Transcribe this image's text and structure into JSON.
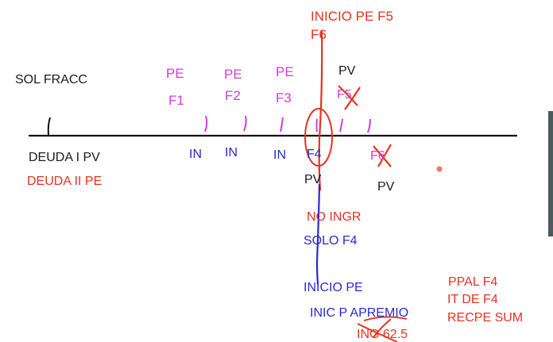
{
  "labels": {
    "sol_fracc": "SOL FRACC",
    "deuda_i_pv": "DEUDA I PV",
    "deuda_ii_pe": "DEUDA II PE",
    "inicio_pe_f5": "INICIO PE F5",
    "f6_top": "F6",
    "pe_1": "PE",
    "f1": "F1",
    "pe_2": "PE",
    "f2": "F2",
    "pe_3": "PE",
    "f3": "F3",
    "pv_top": "PV",
    "f5": "F5",
    "in_1": "IN",
    "in_2": "IN",
    "in_3": "IN",
    "f4": "F4",
    "f6_bottom": "F6",
    "pv_mid": "PV",
    "pv_right": "PV",
    "no_ingr": "NO INGR",
    "solo_f4": "SOLO F4",
    "inicio_pe": "INICIO PE",
    "inic_p_apremio": "INIC P APREMIO",
    "ing_62_5": "ING 62.5",
    "ppal_f4": "PPAL F4",
    "it_de_f4": "IT DE F4",
    "recpe_sum": "RECPE SUM"
  },
  "colors": {
    "black": "#1a1a1a",
    "red": "#e8321e",
    "magenta": "#d63cd6",
    "blue": "#2a2ad0"
  }
}
